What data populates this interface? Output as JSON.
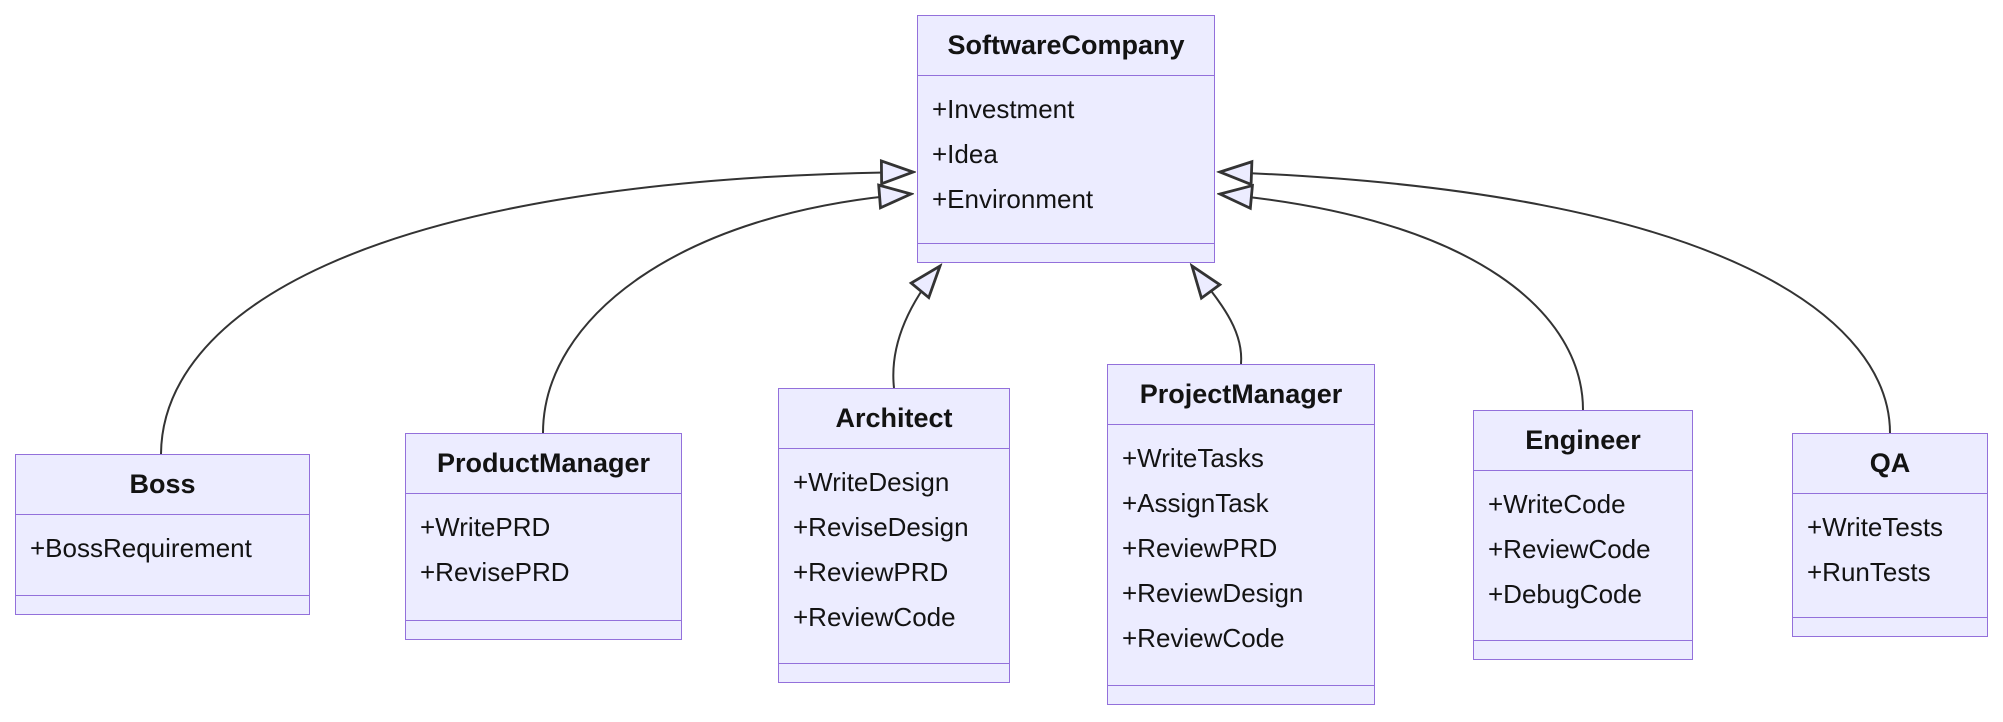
{
  "diagram": {
    "type": "uml-class-diagram",
    "classes": [
      {
        "name": "SoftwareCompany",
        "attributes": [
          "+Investment",
          "+Idea",
          "+Environment"
        ],
        "methods": []
      },
      {
        "name": "Boss",
        "attributes": [
          "+BossRequirement"
        ],
        "methods": []
      },
      {
        "name": "ProductManager",
        "attributes": [
          "+WritePRD",
          "+RevisePRD"
        ],
        "methods": []
      },
      {
        "name": "Architect",
        "attributes": [
          "+WriteDesign",
          "+ReviseDesign",
          "+ReviewPRD",
          "+ReviewCode"
        ],
        "methods": []
      },
      {
        "name": "ProjectManager",
        "attributes": [
          "+WriteTasks",
          "+AssignTask",
          "+ReviewPRD",
          "+ReviewDesign",
          "+ReviewCode"
        ],
        "methods": []
      },
      {
        "name": "Engineer",
        "attributes": [
          "+WriteCode",
          "+ReviewCode",
          "+DebugCode"
        ],
        "methods": []
      },
      {
        "name": "QA",
        "attributes": [
          "+WriteTests",
          "+RunTests"
        ],
        "methods": []
      }
    ],
    "relations": [
      {
        "from": "Boss",
        "to": "SoftwareCompany",
        "type": "inheritance"
      },
      {
        "from": "ProductManager",
        "to": "SoftwareCompany",
        "type": "inheritance"
      },
      {
        "from": "Architect",
        "to": "SoftwareCompany",
        "type": "inheritance"
      },
      {
        "from": "ProjectManager",
        "to": "SoftwareCompany",
        "type": "inheritance"
      },
      {
        "from": "Engineer",
        "to": "SoftwareCompany",
        "type": "inheritance"
      },
      {
        "from": "QA",
        "to": "SoftwareCompany",
        "type": "inheritance"
      }
    ],
    "colors": {
      "node_fill": "#ECECFF",
      "node_border": "#9370DB",
      "edge_stroke": "#333333",
      "text": "#131313",
      "background": "#ffffff"
    }
  }
}
